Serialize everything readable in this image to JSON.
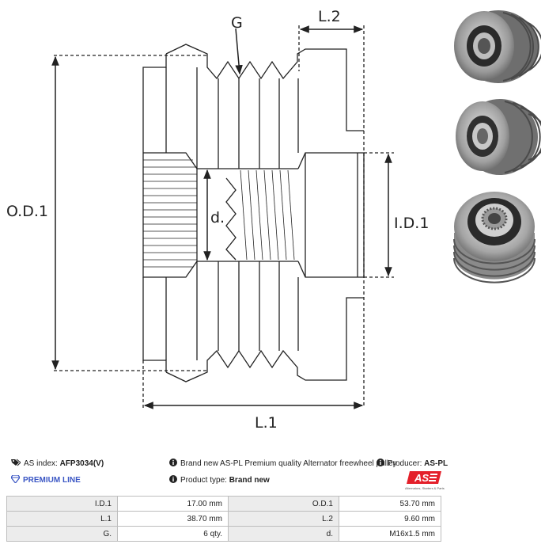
{
  "drawing": {
    "labels": {
      "g": "G",
      "l2": "L.2",
      "od1": "O.D.1",
      "id1": "I.D.1",
      "d": "d.",
      "l1": "L.1"
    }
  },
  "photos": [
    {
      "name": "pulley-front-view"
    },
    {
      "name": "pulley-angled-view"
    },
    {
      "name": "pulley-rear-view"
    }
  ],
  "info": {
    "as_index_label": "AS index:",
    "as_index_value": "AFP3034(V)",
    "premium_line": "PREMIUM LINE",
    "description": "Brand new AS-PL Premium quality Alternator freewheel pulley",
    "producer_label": "Producer:",
    "producer_value": "AS-PL",
    "product_type_label": "Product type:",
    "product_type_value": "Brand new",
    "logo_text": "AS",
    "logo_tagline": "Alternators, Starters & Parts"
  },
  "colors": {
    "premium_blue": "#3a56c4",
    "logo_red": "#e4202a",
    "table_key_bg": "#ececec"
  },
  "specs": [
    {
      "k1": "I.D.1",
      "v1": "17.00 mm",
      "k2": "O.D.1",
      "v2": "53.70 mm"
    },
    {
      "k1": "L.1",
      "v1": "38.70 mm",
      "k2": "L.2",
      "v2": "9.60 mm"
    },
    {
      "k1": "G.",
      "v1": "6 qty.",
      "k2": "d.",
      "v2": "M16x1.5 mm"
    }
  ]
}
